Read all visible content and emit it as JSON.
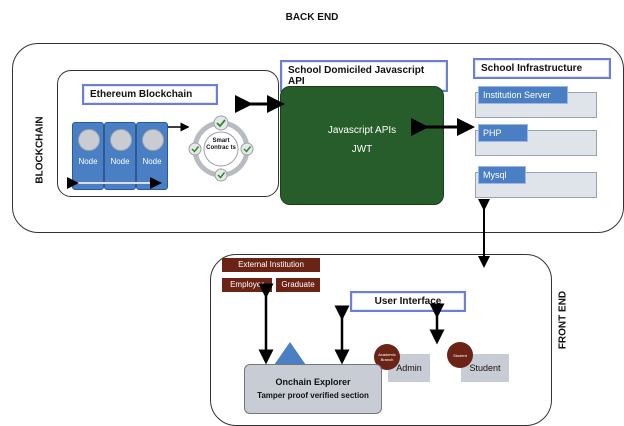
{
  "header": {
    "title": "BACK END"
  },
  "sections": {
    "blockchain_label": "BLOCKCHAIN",
    "frontend_label": "FRONT END"
  },
  "ethereum": {
    "title": "Ethereum Blockchain",
    "nodes": [
      "Node",
      "Node",
      "Node"
    ],
    "smart_contracts": "Smart Contrac ts"
  },
  "api": {
    "title": "School Domiciled Javascript API",
    "line1": "Javascript APIs",
    "line2": "JWT"
  },
  "infrastructure": {
    "title": "School Infrastructure",
    "items": [
      "Institution Server",
      "PHP",
      "Mysql"
    ]
  },
  "frontend": {
    "external_institution": "External Institution",
    "employer": "Employer",
    "graduate": "Graduate",
    "user_interface": "User Interface",
    "admin": "Admin",
    "admin_badge": "Academic Branch",
    "student": "Student",
    "student_badge": "Student",
    "explorer_title": "Onchain Explorer",
    "explorer_subtitle": "Tamper proof verified section"
  },
  "colors": {
    "node_blue": "#4a7fc4",
    "api_green": "#275d2a",
    "brown": "#6b2316",
    "title_border": "#6b7fd8"
  }
}
